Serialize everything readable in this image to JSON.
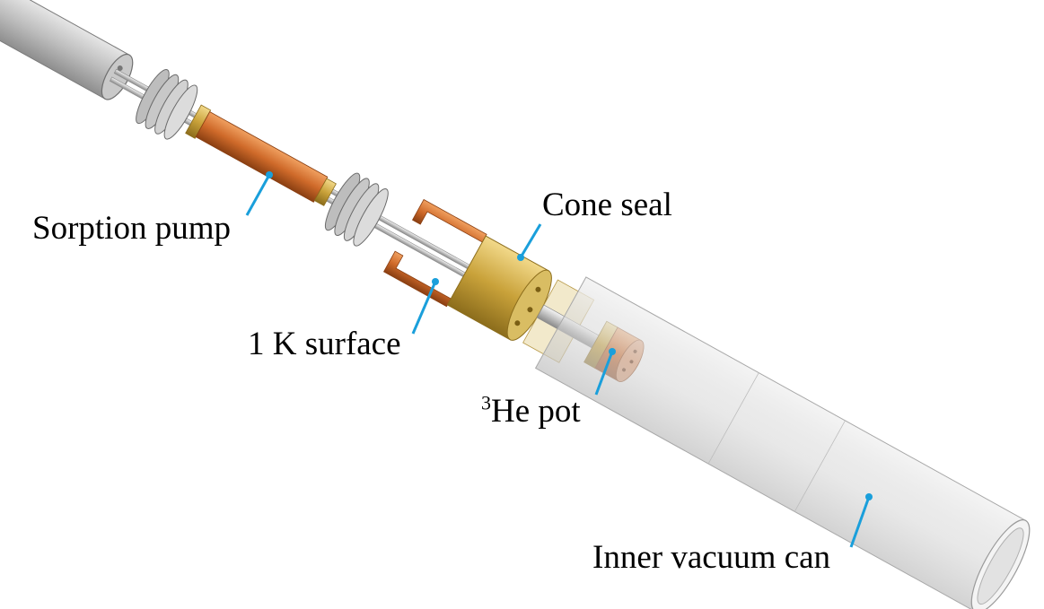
{
  "labels": {
    "sorption_pump": "Sorption pump",
    "cone_seal": "Cone seal",
    "one_k_surface": "1 K surface",
    "he3_pot_superscript": "3",
    "he3_pot_text": "He pot",
    "inner_vacuum_can": "Inner vacuum can"
  },
  "colors": {
    "callout_line": "#1a9fdb",
    "copper": "#cf6a2a",
    "brass": "#c9a23a",
    "steel": "#9a9a9a",
    "can_glass": "#d9d9d9"
  }
}
